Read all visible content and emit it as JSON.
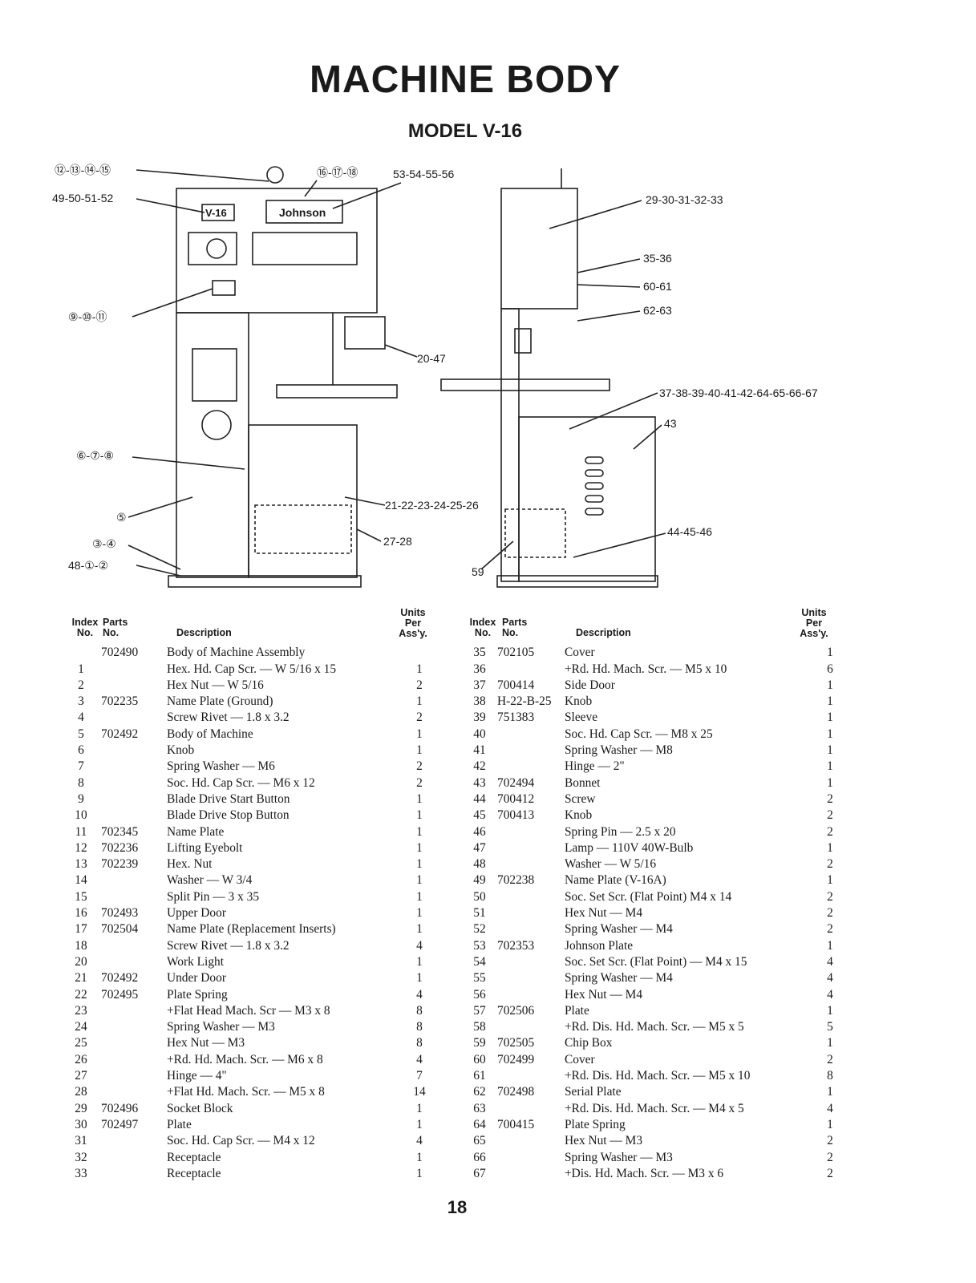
{
  "page": {
    "title": "MACHINE BODY",
    "subtitle": "MODEL V-16",
    "page_number": "18"
  },
  "diagram": {
    "machine_labels": [
      "V-16",
      "Johnson"
    ],
    "callouts": [
      "⑫-⑬-⑭-⑮",
      "⑯-⑰-⑱",
      "53-54-55-56",
      "49-50-51-52",
      "⑨-⑩-⑪",
      "20-47",
      "⑥-⑦-⑧",
      "⑤",
      "③-④",
      "48-①-②",
      "21-22-23-24-25-26",
      "27-28",
      "29-30-31-32-33",
      "35-36",
      "60-61",
      "62-63",
      "37-38-39-40-41-42-64-65-66-67",
      "43",
      "44-45-46",
      "59"
    ]
  },
  "table_headers": {
    "index_no": [
      "Index",
      "No."
    ],
    "parts_no": [
      "Parts",
      "No."
    ],
    "description": "Description",
    "units": [
      "Units",
      "Per",
      "Ass'y."
    ]
  },
  "left_rows": [
    {
      "i": "",
      "p": "702490",
      "d": "Body of Machine Assembly",
      "u": ""
    },
    {
      "i": "1",
      "p": "",
      "d": "Hex. Hd. Cap Scr. — W 5/16 x 15",
      "u": "1"
    },
    {
      "i": "2",
      "p": "",
      "d": "Hex Nut — W 5/16",
      "u": "2"
    },
    {
      "i": "3",
      "p": "702235",
      "d": "Name Plate (Ground)",
      "u": "1"
    },
    {
      "i": "4",
      "p": "",
      "d": "Screw Rivet — 1.8 x 3.2",
      "u": "2"
    },
    {
      "i": "5",
      "p": "702492",
      "d": "Body of Machine",
      "u": "1"
    },
    {
      "i": "6",
      "p": "",
      "d": "Knob",
      "u": "1"
    },
    {
      "i": "7",
      "p": "",
      "d": "Spring Washer — M6",
      "u": "2"
    },
    {
      "i": "8",
      "p": "",
      "d": "Soc. Hd. Cap Scr. — M6 x 12",
      "u": "2"
    },
    {
      "i": "9",
      "p": "",
      "d": "Blade Drive Start Button",
      "u": "1"
    },
    {
      "i": "10",
      "p": "",
      "d": "Blade Drive Stop Button",
      "u": "1"
    },
    {
      "i": "11",
      "p": "702345",
      "d": "Name Plate",
      "u": "1"
    },
    {
      "i": "12",
      "p": "702236",
      "d": "Lifting Eyebolt",
      "u": "1"
    },
    {
      "i": "13",
      "p": "702239",
      "d": "Hex. Nut",
      "u": "1"
    },
    {
      "i": "14",
      "p": "",
      "d": "Washer — W 3/4",
      "u": "1"
    },
    {
      "i": "15",
      "p": "",
      "d": "Split Pin — 3 x 35",
      "u": "1"
    },
    {
      "i": "16",
      "p": "702493",
      "d": "Upper Door",
      "u": "1"
    },
    {
      "i": "17",
      "p": "702504",
      "d": "Name Plate (Replacement Inserts)",
      "u": "1"
    },
    {
      "i": "18",
      "p": "",
      "d": "Screw Rivet — 1.8 x 3.2",
      "u": "4"
    },
    {
      "i": "20",
      "p": "",
      "d": "Work Light",
      "u": "1"
    },
    {
      "i": "21",
      "p": "702492",
      "d": "Under Door",
      "u": "1"
    },
    {
      "i": "22",
      "p": "702495",
      "d": "Plate Spring",
      "u": "4"
    },
    {
      "i": "23",
      "p": "",
      "d": "+Flat Head Mach. Scr — M3 x 8",
      "u": "8"
    },
    {
      "i": "24",
      "p": "",
      "d": "Spring Washer — M3",
      "u": "8"
    },
    {
      "i": "25",
      "p": "",
      "d": "Hex Nut — M3",
      "u": "8"
    },
    {
      "i": "26",
      "p": "",
      "d": "+Rd. Hd. Mach. Scr. — M6 x 8",
      "u": "4"
    },
    {
      "i": "27",
      "p": "",
      "d": "Hinge — 4\"",
      "u": "7"
    },
    {
      "i": "28",
      "p": "",
      "d": "+Flat Hd. Mach. Scr. — M5 x 8",
      "u": "14"
    },
    {
      "i": "29",
      "p": "702496",
      "d": "Socket Block",
      "u": "1"
    },
    {
      "i": "30",
      "p": "702497",
      "d": "Plate",
      "u": "1"
    },
    {
      "i": "31",
      "p": "",
      "d": "Soc. Hd. Cap Scr. — M4 x 12",
      "u": "4"
    },
    {
      "i": "32",
      "p": "",
      "d": "Receptacle",
      "u": "1"
    },
    {
      "i": "33",
      "p": "",
      "d": "Receptacle",
      "u": "1"
    }
  ],
  "right_rows": [
    {
      "i": "35",
      "p": "702105",
      "d": "Cover",
      "u": "1"
    },
    {
      "i": "36",
      "p": "",
      "d": "+Rd. Hd. Mach. Scr. — M5 x 10",
      "u": "6"
    },
    {
      "i": "37",
      "p": "700414",
      "d": "Side Door",
      "u": "1"
    },
    {
      "i": "38",
      "p": "H-22-B-25",
      "d": "Knob",
      "u": "1"
    },
    {
      "i": "39",
      "p": "751383",
      "d": "Sleeve",
      "u": "1"
    },
    {
      "i": "40",
      "p": "",
      "d": "Soc. Hd. Cap Scr. — M8 x 25",
      "u": "1"
    },
    {
      "i": "41",
      "p": "",
      "d": "Spring Washer — M8",
      "u": "1"
    },
    {
      "i": "42",
      "p": "",
      "d": "Hinge — 2\"",
      "u": "1"
    },
    {
      "i": "43",
      "p": "702494",
      "d": "Bonnet",
      "u": "1"
    },
    {
      "i": "44",
      "p": "700412",
      "d": "Screw",
      "u": "2"
    },
    {
      "i": "45",
      "p": "700413",
      "d": "Knob",
      "u": "2"
    },
    {
      "i": "46",
      "p": "",
      "d": "Spring Pin — 2.5 x 20",
      "u": "2"
    },
    {
      "i": "47",
      "p": "",
      "d": "Lamp — 110V 40W-Bulb",
      "u": "1"
    },
    {
      "i": "48",
      "p": "",
      "d": "Washer — W 5/16",
      "u": "2"
    },
    {
      "i": "49",
      "p": "702238",
      "d": "Name Plate (V-16A)",
      "u": "1"
    },
    {
      "i": "50",
      "p": "",
      "d": "Soc. Set Scr. (Flat Point) M4 x 14",
      "u": "2"
    },
    {
      "i": "51",
      "p": "",
      "d": "Hex Nut — M4",
      "u": "2"
    },
    {
      "i": "52",
      "p": "",
      "d": "Spring Washer — M4",
      "u": "2"
    },
    {
      "i": "53",
      "p": "702353",
      "d": "Johnson Plate",
      "u": "1"
    },
    {
      "i": "54",
      "p": "",
      "d": "Soc. Set Scr. (Flat Point) — M4 x 15",
      "u": "4"
    },
    {
      "i": "55",
      "p": "",
      "d": "Spring Washer — M4",
      "u": "4"
    },
    {
      "i": "56",
      "p": "",
      "d": "Hex Nut — M4",
      "u": "4"
    },
    {
      "i": "57",
      "p": "702506",
      "d": "Plate",
      "u": "1"
    },
    {
      "i": "58",
      "p": "",
      "d": "+Rd. Dis. Hd. Mach. Scr. — M5 x 5",
      "u": "5"
    },
    {
      "i": "59",
      "p": "702505",
      "d": "Chip Box",
      "u": "1"
    },
    {
      "i": "60",
      "p": "702499",
      "d": "Cover",
      "u": "2"
    },
    {
      "i": "61",
      "p": "",
      "d": "+Rd. Dis. Hd. Mach. Scr. — M5 x 10",
      "u": "8"
    },
    {
      "i": "62",
      "p": "702498",
      "d": "Serial Plate",
      "u": "1"
    },
    {
      "i": "63",
      "p": "",
      "d": "+Rd. Dis. Hd. Mach. Scr. — M4 x 5",
      "u": "4"
    },
    {
      "i": "64",
      "p": "700415",
      "d": "Plate Spring",
      "u": "1"
    },
    {
      "i": "65",
      "p": "",
      "d": "Hex Nut — M3",
      "u": "2"
    },
    {
      "i": "66",
      "p": "",
      "d": "Spring Washer — M3",
      "u": "2"
    },
    {
      "i": "67",
      "p": "",
      "d": "+Dis. Hd. Mach. Scr. — M3 x 6",
      "u": "2"
    }
  ]
}
